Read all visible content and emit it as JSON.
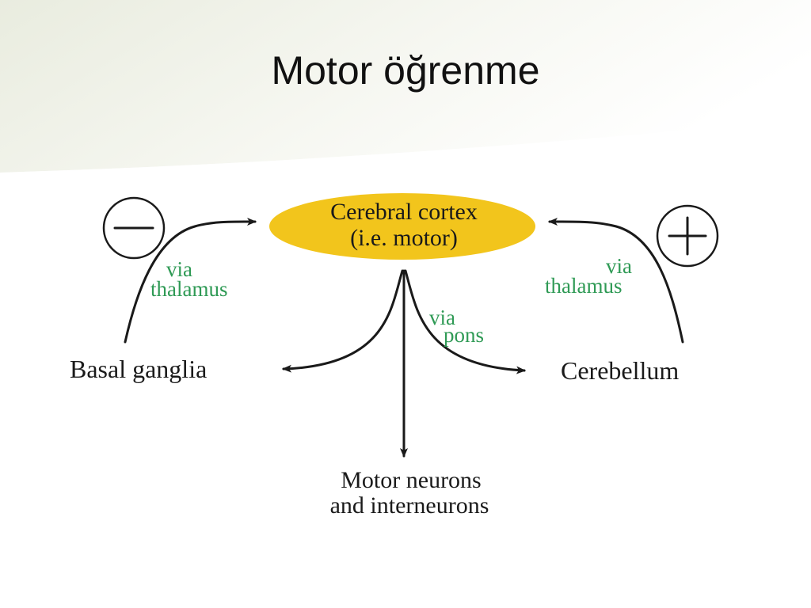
{
  "slide": {
    "title": "Motor öğrenme",
    "background_accent": "#eef0e6"
  },
  "diagram": {
    "cortex": {
      "line1": "Cerebral cortex",
      "line2": "(i.e. motor)",
      "fill": "#f2c51c"
    },
    "basal_ganglia": {
      "label": "Basal ganglia"
    },
    "cerebellum": {
      "label": "Cerebellum"
    },
    "motor_neurons": {
      "line1": "Motor neurons",
      "line2": "and interneurons"
    },
    "via_thalamus_left": {
      "line1": "via",
      "line2": "thalamus"
    },
    "via_thalamus_right": {
      "line1": "via",
      "line2": "thalamus"
    },
    "via_pons": {
      "line1": "via",
      "line2": "pons"
    },
    "inhibitory_sign": {
      "symbol": "minus-sign-icon"
    },
    "excitatory_sign": {
      "symbol": "plus-sign-icon"
    },
    "via_color": "#2f9a55"
  }
}
